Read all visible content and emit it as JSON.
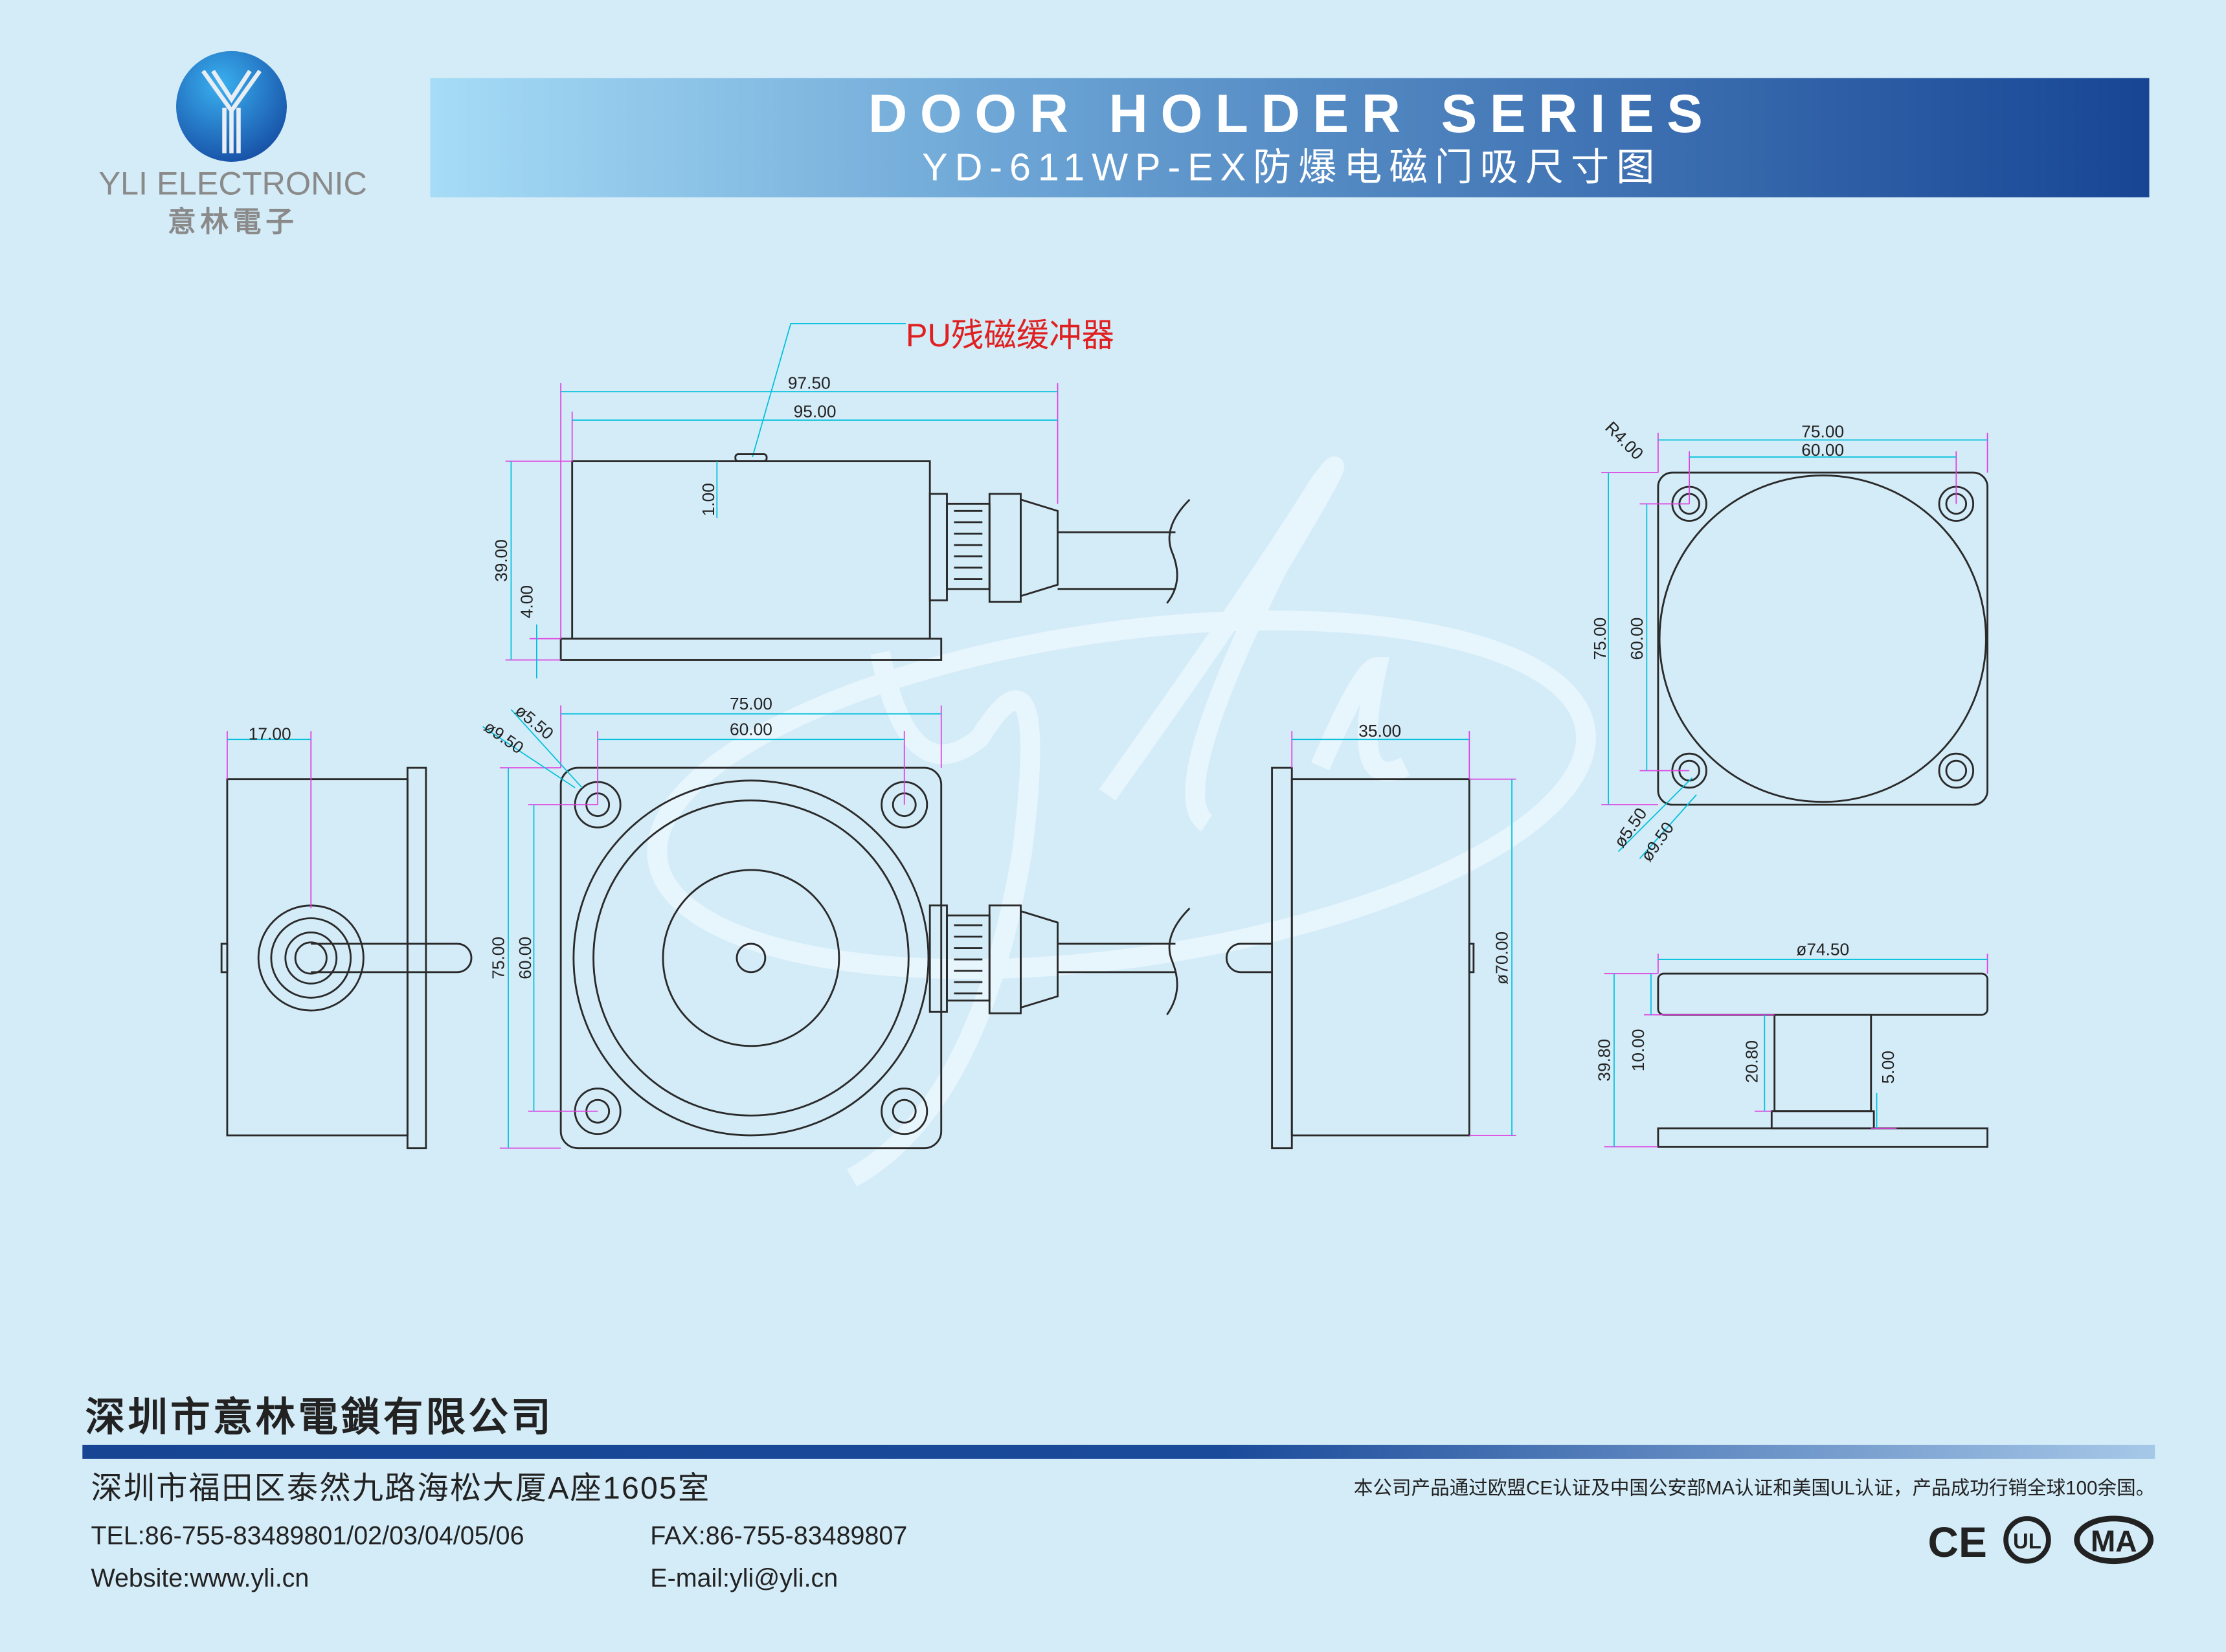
{
  "brand": {
    "name_en": "YLI ELECTRONIC",
    "name_cn": "意林電子"
  },
  "header": {
    "title": "DOOR HOLDER SERIES",
    "subtitle": "YD-611WP-EX防爆电磁门吸尺寸图"
  },
  "callout": {
    "label": "PU残磁缓冲器"
  },
  "dimensions": {
    "top_view": {
      "overall_length": "97.50",
      "body_length": "95.00",
      "height": "39.00",
      "base": "4.00",
      "bump": "1.00"
    },
    "left_view": {
      "offset": "17.00"
    },
    "front_view": {
      "width": "75.00",
      "hole_spacing_x": "60.00",
      "height": "75.00",
      "hole_spacing_y": "60.00",
      "hole_small": "ø5.50",
      "hole_large": "ø9.50"
    },
    "right_view": {
      "depth": "35.00",
      "diameter": "ø70.00"
    },
    "plate_view": {
      "radius": "R4.00",
      "width": "75.00",
      "hole_spacing_x": "60.00",
      "height": "75.00",
      "hole_spacing_y": "60.00",
      "hole_small": "ø5.50",
      "hole_large": "ø9.50"
    },
    "plate_side_view": {
      "diameter": "ø74.50",
      "total_height": "39.80",
      "disk": "10.00",
      "stem": "20.80",
      "plate": "5.00"
    }
  },
  "footer": {
    "company": "深圳市意林電鎖有限公司",
    "address": "深圳市福田区泰然九路海松大厦A座1605室",
    "tel": "TEL:86-755-83489801/02/03/04/05/06",
    "fax": "FAX:86-755-83489807",
    "website": "Website:www.yli.cn",
    "email": "E-mail:yli@yli.cn",
    "certification_note": "本公司产品通过欧盟CE认证及中国公安部MA认证和美国UL认证，产品成功行销全球100余国。",
    "cert_marks": [
      "CE",
      "UL",
      "MA"
    ]
  },
  "colors": {
    "background": "#d4ecf8",
    "banner_dark": "#1a4a9a",
    "dimension": "#00c0dc",
    "extension": "#e040e0",
    "callout": "#e02020"
  }
}
